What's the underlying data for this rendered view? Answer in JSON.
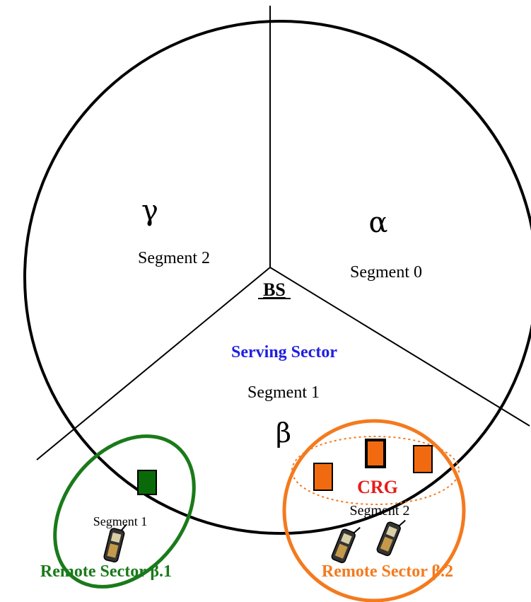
{
  "sectors": {
    "gamma": {
      "symbol": "γ",
      "segment": "Segment 2"
    },
    "alpha": {
      "symbol": "α",
      "segment": "Segment 0"
    },
    "beta": {
      "symbol": "β",
      "segment": "Segment 1"
    }
  },
  "bs_label": "BS",
  "serving_sector_label": "Serving Sector",
  "crg_label": "CRG",
  "remote_1": {
    "label": "Remote Sector β.1",
    "segment": "Segment 1"
  },
  "remote_2": {
    "label": "Remote Sector β.2",
    "segment": "Segment 2"
  },
  "colors": {
    "line": "#000000",
    "serving": "#1f1fe0",
    "remote_1": "#1a7a1a",
    "remote_2": "#f47a1e",
    "crg": "#e81c1c",
    "terminal_orange": "#f26a10"
  }
}
